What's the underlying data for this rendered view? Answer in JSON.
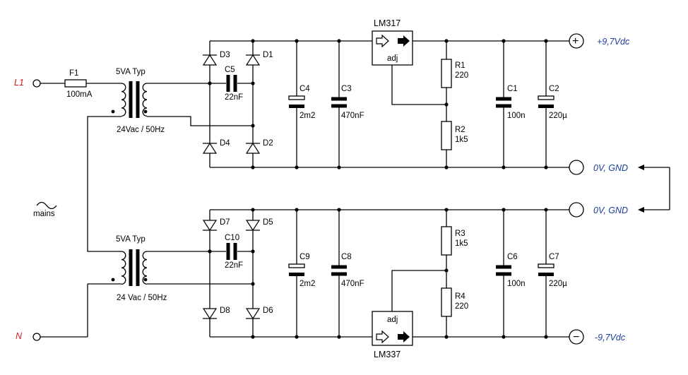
{
  "inputs": {
    "l1": "L1",
    "n": "N"
  },
  "fuse": {
    "ref": "F1",
    "value": "100mA"
  },
  "transformers": [
    {
      "type_label": "5VA Typ",
      "rating": "24Vac / 50Hz"
    },
    {
      "type_label": "5VA Typ",
      "rating": "24 Vac / 50Hz"
    }
  ],
  "mains_label": "mains",
  "diodes": [
    "D1",
    "D2",
    "D3",
    "D4",
    "D5",
    "D6",
    "D7",
    "D8"
  ],
  "capacitors": {
    "c1": {
      "ref": "C1",
      "value": "100n"
    },
    "c2": {
      "ref": "C2",
      "value": "220µ"
    },
    "c3": {
      "ref": "C3",
      "value": "470nF"
    },
    "c4": {
      "ref": "C4",
      "value": "2m2"
    },
    "c5": {
      "ref": "C5",
      "value": "22nF"
    },
    "c6": {
      "ref": "C6",
      "value": "100n"
    },
    "c7": {
      "ref": "C7",
      "value": "220µ"
    },
    "c8": {
      "ref": "C8",
      "value": "470nF"
    },
    "c9": {
      "ref": "C9",
      "value": "2m2"
    },
    "c10": {
      "ref": "C10",
      "value": "22nF"
    }
  },
  "resistors": {
    "r1": {
      "ref": "R1",
      "value": "220"
    },
    "r2": {
      "ref": "R2",
      "value": "1k5"
    },
    "r3": {
      "ref": "R3",
      "value": "1k5"
    },
    "r4": {
      "ref": "R4",
      "value": "220"
    }
  },
  "regulators": {
    "pos": {
      "part": "LM317",
      "pin": "adj"
    },
    "neg": {
      "part": "LM337",
      "pin": "adj"
    }
  },
  "outputs": {
    "pos": {
      "label": "+9,7Vdc",
      "symbol": "+"
    },
    "gnd_top": {
      "label": "0V, GND"
    },
    "gnd_bottom": {
      "label": "0V, GND"
    },
    "neg": {
      "label": "-9,7Vdc",
      "symbol": "−"
    }
  },
  "colors": {
    "output_labels": "#1a3d9c",
    "input_labels": "#d11a1a",
    "wires": "#000000"
  }
}
